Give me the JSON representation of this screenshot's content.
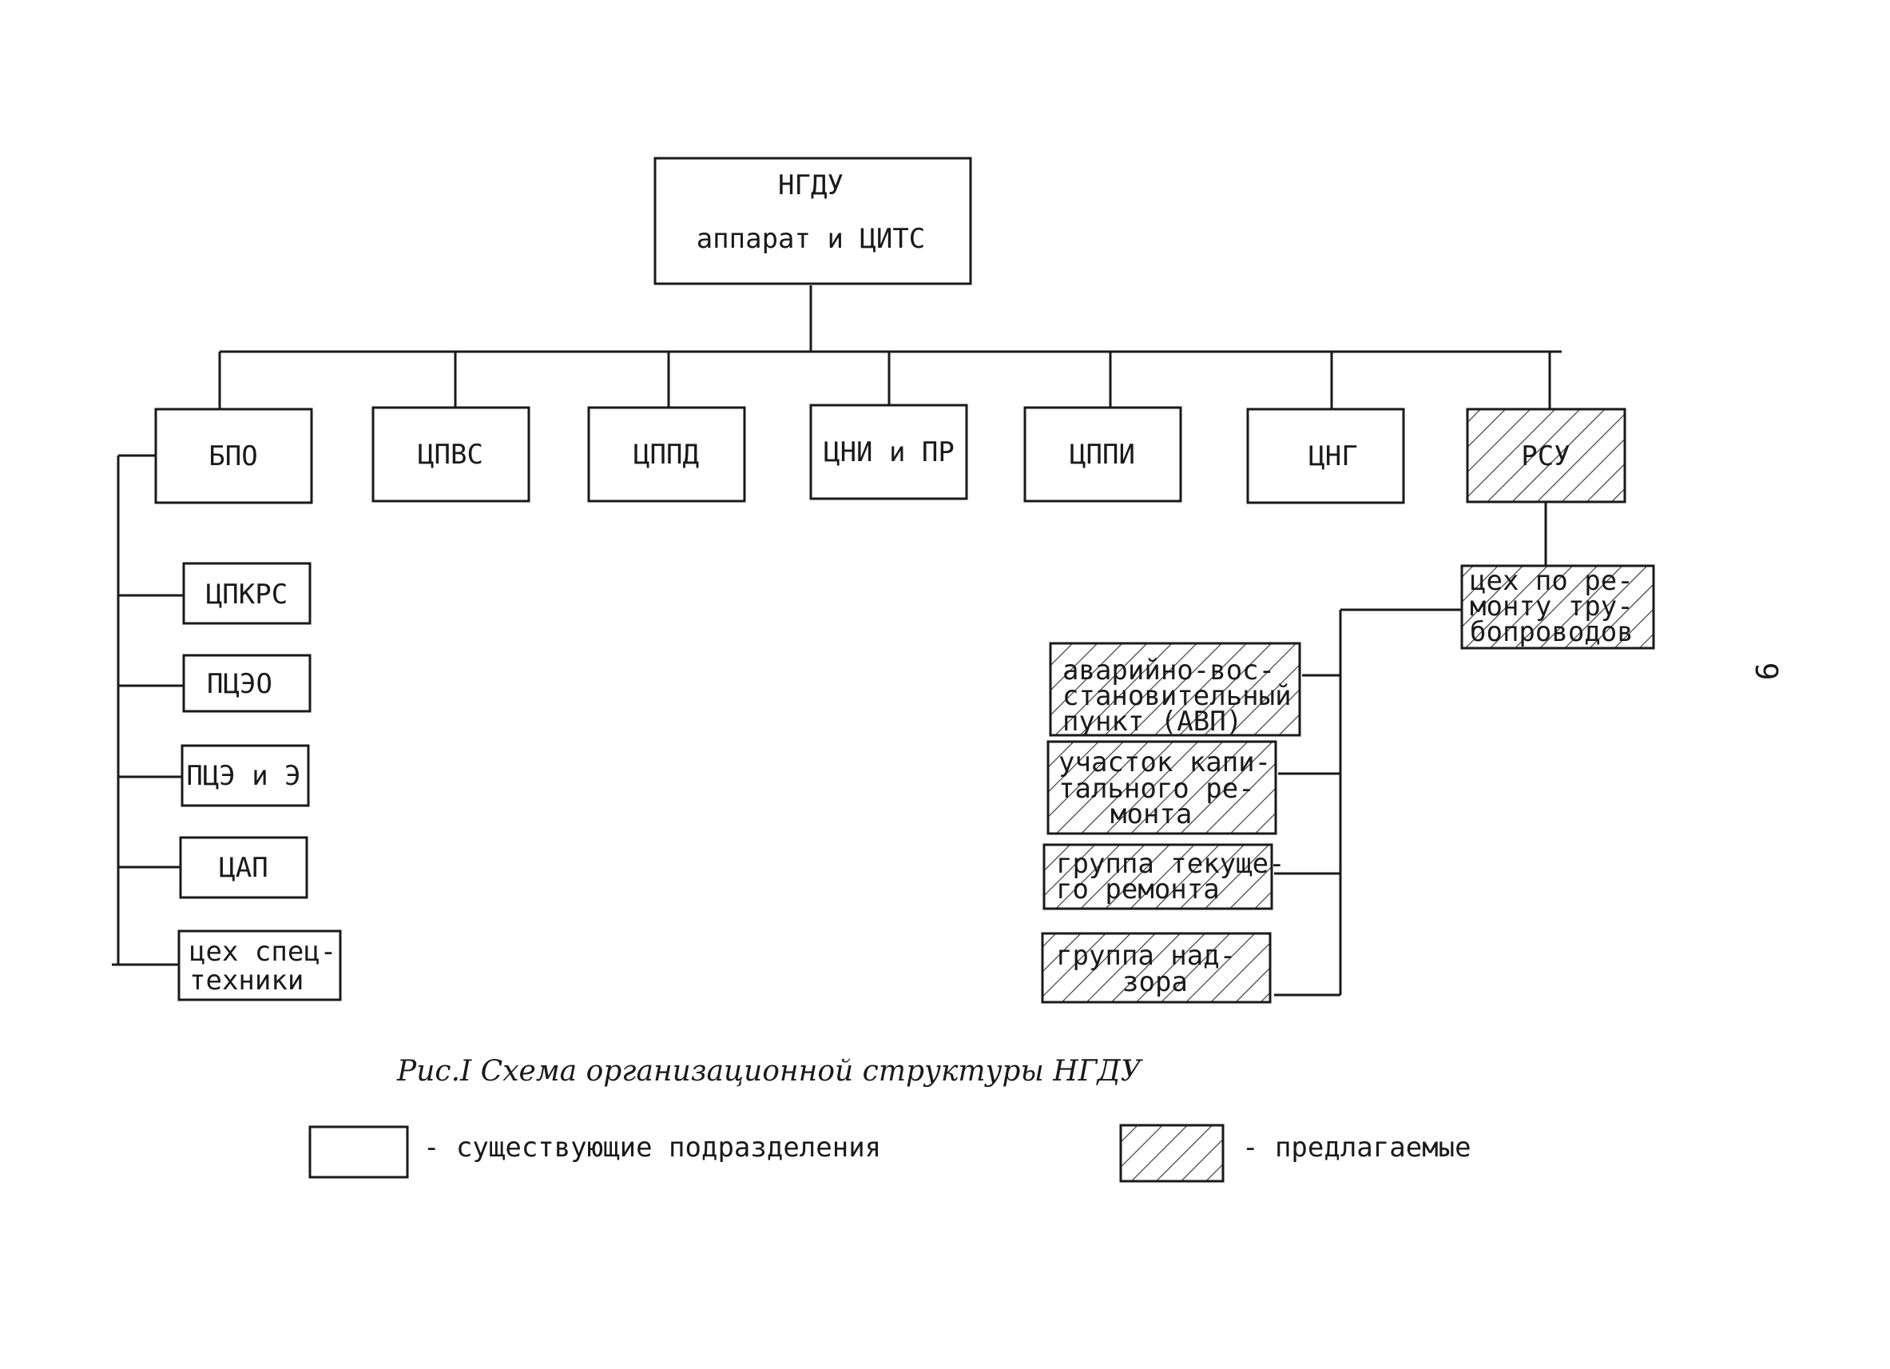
{
  "root": {
    "line1": "НГДУ",
    "line2": "аппарат и ЦИТС"
  },
  "departments": [
    "БПО",
    "ЦПВС",
    "ЦППД",
    "ЦНИ и ПР",
    "ЦППИ",
    "ЦНГ",
    "РСУ"
  ],
  "bpo_children": [
    {
      "lines": [
        "ЦПКРС"
      ]
    },
    {
      "lines": [
        "ПЦЭО"
      ]
    },
    {
      "lines": [
        "ПЦЭ и Э"
      ]
    },
    {
      "lines": [
        "ЦАП"
      ]
    },
    {
      "lines": [
        "цех спец-",
        "техники"
      ]
    }
  ],
  "rsu_child": {
    "lines": [
      "цех по ре-",
      "монту тру-",
      "бопроводов"
    ]
  },
  "repair_units": [
    {
      "lines": [
        "аварийно-вос-",
        "становительный",
        "пункт (АВП)"
      ]
    },
    {
      "lines": [
        "участок капи-",
        "тального ре-",
        "монта"
      ]
    },
    {
      "lines": [
        "группа текуще-",
        "го ремонта"
      ]
    },
    {
      "lines": [
        "группа над-",
        "зора"
      ]
    }
  ],
  "caption": "Рис.I Схема организационной структуры НГДУ",
  "legend": {
    "existing": "- существующие подразделения",
    "proposed": "- предлагаемые"
  },
  "page_number": "9"
}
